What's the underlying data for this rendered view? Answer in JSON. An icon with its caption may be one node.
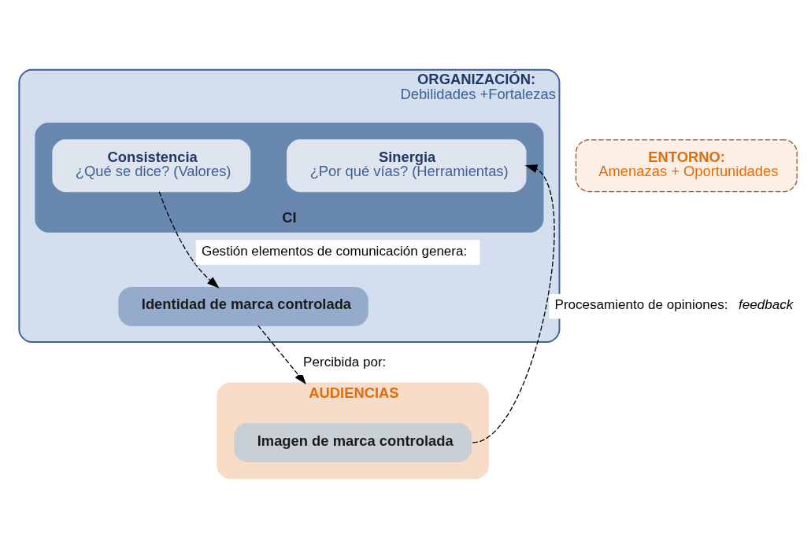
{
  "diagram": {
    "nodes": [
      {
        "text": [
          "ORGANIZACIÓN:",
          "Debilidades +Fortalezas"
        ]
      },
      {
        "text": [
          "CI"
        ],
        "in": 0
      },
      {
        "text": [
          "Consistencia",
          "¿Qué se dice? (Valores)"
        ],
        "in": 1
      },
      {
        "text": [
          "Sinergia",
          "¿Por qué vías? (Herramientas)"
        ],
        "in": 1
      },
      {
        "text": [
          "Identidad de marca controlada"
        ],
        "in": 0
      },
      {
        "text": [
          "ENTORNO:",
          "Amenazas + Oportunidades"
        ]
      },
      {
        "text": [
          "AUDIENCIAS"
        ]
      },
      {
        "text": [
          "Imagen de marca controlada"
        ],
        "in": 6
      }
    ],
    "edges": [
      {
        "from": 2,
        "to": 4,
        "arrow": "to",
        "style": "dashed",
        "label": "Gestión elementos de comunicación genera:"
      },
      {
        "from": 4,
        "to": 6,
        "arrow": "to",
        "style": "dashed",
        "label": "Percibida por:"
      },
      {
        "from": 7,
        "to": 3,
        "arrow": "to",
        "style": "dashed",
        "label": "Procesamiento de opiniones: *feedback*"
      }
    ]
  }
}
